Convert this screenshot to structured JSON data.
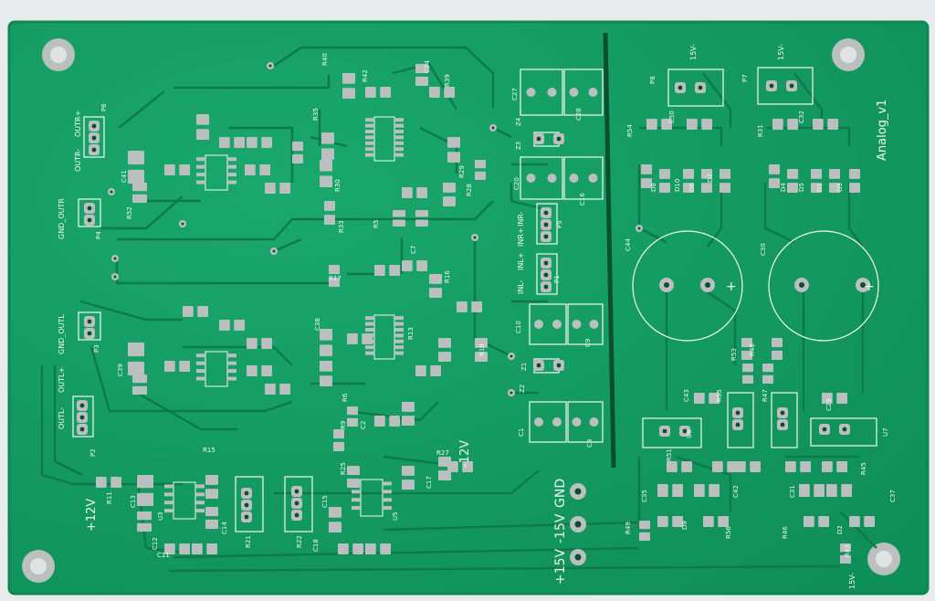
{
  "board": {
    "title": "Analog_v1",
    "colors": {
      "background": "#e9ecec",
      "solder_mask": "#139a62",
      "mask_edge": "#0f8754",
      "trace": "#0c7a4b",
      "pad": "#b9c0bf",
      "silk": "#f2f7f2",
      "copper_dark": "#0a4f30"
    },
    "power_labels": {
      "plus12": "+12V",
      "minus12": "-12V",
      "plus15": "+15V",
      "minus15": "-15V",
      "gnd": "GND",
      "minus15_small": "15V-"
    },
    "connector_labels": {
      "outr_pos": "OUTR+",
      "outr_neg": "OUTR-",
      "gnd_outr": "GND_OUTR",
      "gnd_outl": "GND_OUTL",
      "outl_neg": "OUTL-",
      "outl_pos": "OUTL+",
      "inr_neg": "INR-",
      "inr_pos": "INR+",
      "inl_pos": "INL+",
      "inl_neg": "INL-",
      "v15_a": "15V-",
      "v15_b": "15V-"
    },
    "refdes": {
      "p6": "P6",
      "p4": "P4",
      "p3": "P3",
      "p2": "P2",
      "p5": "P5",
      "p7": "P7",
      "p8": "P8",
      "p1": "P1",
      "c41": "C41",
      "r52": "R52",
      "c39": "C39",
      "c44": "C44",
      "c30": "C30",
      "c50": "C50",
      "c32": "C32",
      "r54": "R54",
      "r31": "R31",
      "d8": "D8",
      "d10": "D10",
      "d6": "D6",
      "d7": "D7",
      "d4": "D4",
      "d5": "D5",
      "d1": "D1",
      "d3": "D3",
      "r53": "R53",
      "r48": "R48",
      "c43": "C43",
      "r55": "R55",
      "r47": "R47",
      "c29": "C29",
      "u8": "U8",
      "u7": "U7",
      "r51": "R51",
      "r45": "R45",
      "c42": "C42",
      "c31": "C31",
      "c37": "C37",
      "c35": "C35",
      "r49": "R49",
      "d9": "D9",
      "r56": "R56",
      "r46": "R46",
      "d2": "D2",
      "r43": "R43",
      "r11": "R11",
      "c13": "C13",
      "r15": "R15",
      "u3": "U3",
      "c12": "C12",
      "c14": "C14",
      "r21": "R21",
      "r22": "R22",
      "r25": "R25",
      "c15": "C15",
      "u5": "U5",
      "c18": "C18",
      "c17": "C17",
      "c11": "C11",
      "r27": "R27",
      "c27": "C27",
      "c28": "C28",
      "z4": "Z4",
      "z3": "Z3",
      "c20": "C20",
      "c16": "C16",
      "c10": "C10",
      "c9": "C9",
      "z1": "Z1",
      "z2": "Z2",
      "c1": "C1",
      "c8": "C8",
      "r40": "R40",
      "r42": "R42",
      "c24": "C24",
      "r39": "R39",
      "r35": "R35",
      "r33": "R33",
      "r30": "R30",
      "r28": "R28",
      "r29": "R29",
      "r17": "R17",
      "r16": "R16",
      "r13": "R13",
      "r18": "R18",
      "r9": "R9",
      "r6": "R6",
      "c38": "C38",
      "c7": "C7",
      "r5": "R5",
      "c2": "C2"
    }
  }
}
